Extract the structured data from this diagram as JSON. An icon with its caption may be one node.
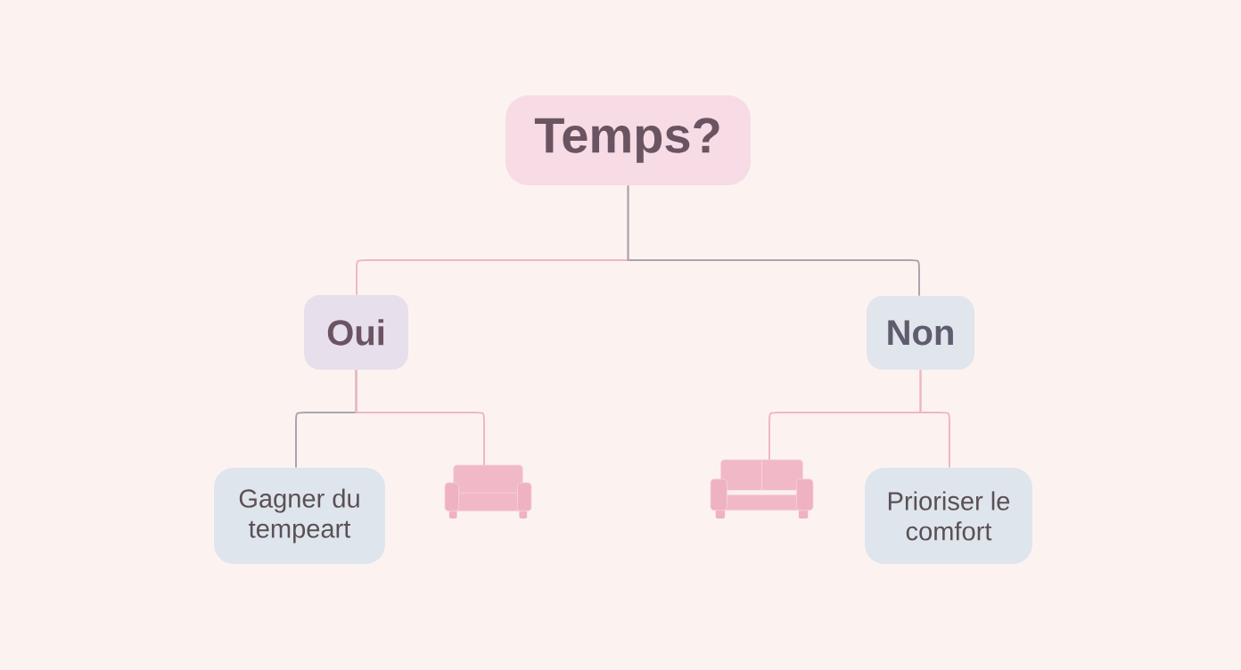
{
  "diagram": {
    "nodes": [
      {
        "text": [
          "Temps?"
        ]
      },
      {
        "text": [
          "Oui"
        ]
      },
      {
        "text": [
          "Non"
        ]
      },
      {
        "text": [
          "Gagner du tempeart"
        ]
      },
      {
        "text": [],
        "shape": "sofa"
      },
      {
        "text": [],
        "shape": "sofa"
      },
      {
        "text": [
          "Prioriser le comfort"
        ]
      }
    ],
    "edges": [
      {
        "from": 0,
        "to": 1,
        "arrow": "none"
      },
      {
        "from": 0,
        "to": 2,
        "arrow": "none",
        "color": "#a9a6ab"
      },
      {
        "from": 1,
        "to": 3,
        "arrow": "none",
        "color": "#a9a6ab"
      },
      {
        "from": 1,
        "to": 4,
        "arrow": "none"
      },
      {
        "from": 2,
        "to": 5,
        "arrow": "none"
      },
      {
        "from": 2,
        "to": 6,
        "arrow": "none"
      }
    ]
  }
}
